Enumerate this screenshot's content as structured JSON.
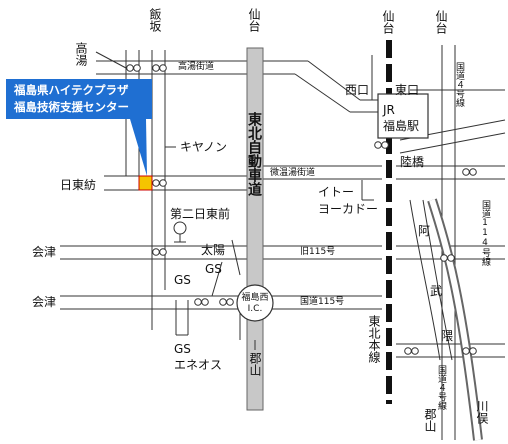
{
  "highlight": {
    "line1": "福島県ハイテクプラザ",
    "line2": "福島技術支援センター",
    "color": "#1f6fd2",
    "marker_color": "#f5c400"
  },
  "top_labels": {
    "iizaka": "飯坂",
    "sendai_1": "仙台",
    "sendai_2": "仙台",
    "sendai_3": "仙台"
  },
  "left_labels": {
    "takayu": "高湯",
    "nittobo": "日東紡",
    "aizu_1": "会津",
    "aizu_2": "会津"
  },
  "streets": {
    "takayu_kaido": "高湯街道",
    "biontou_kaido": "微温湯街道",
    "kyu115": "旧115号",
    "kokudo115": "国道115号",
    "kokudo4": "国道４号線",
    "kokudo114": "国道114号線",
    "kokudo4_lower": "国道４号線"
  },
  "expressway": {
    "name": "東北自動車道",
    "ic_line1": "福島西",
    "ic_line2": "I.C."
  },
  "station": {
    "jr": "JR",
    "name": "福島駅",
    "west_exit": "西口",
    "east_exit": "東口",
    "rikkyo": "陸橋"
  },
  "railway": {
    "name": "東北本線"
  },
  "landmarks": {
    "canon": "キヤノン",
    "daini_nittou": "第二日東前",
    "taiyo": "太陽",
    "gs_1": "GS",
    "gs_2": "GS",
    "gs_3": "GS",
    "eneos": "エネオス",
    "ito_line1": "イトー",
    "ito_line2": "ヨーカドー"
  },
  "river": {
    "name": "阿武隈川",
    "chars": [
      "阿",
      "武",
      "隈"
    ],
    "kawamata": "川俣"
  },
  "bottom_labels": {
    "koriyama_1": "郡山",
    "koriyama_2": "郡山"
  }
}
